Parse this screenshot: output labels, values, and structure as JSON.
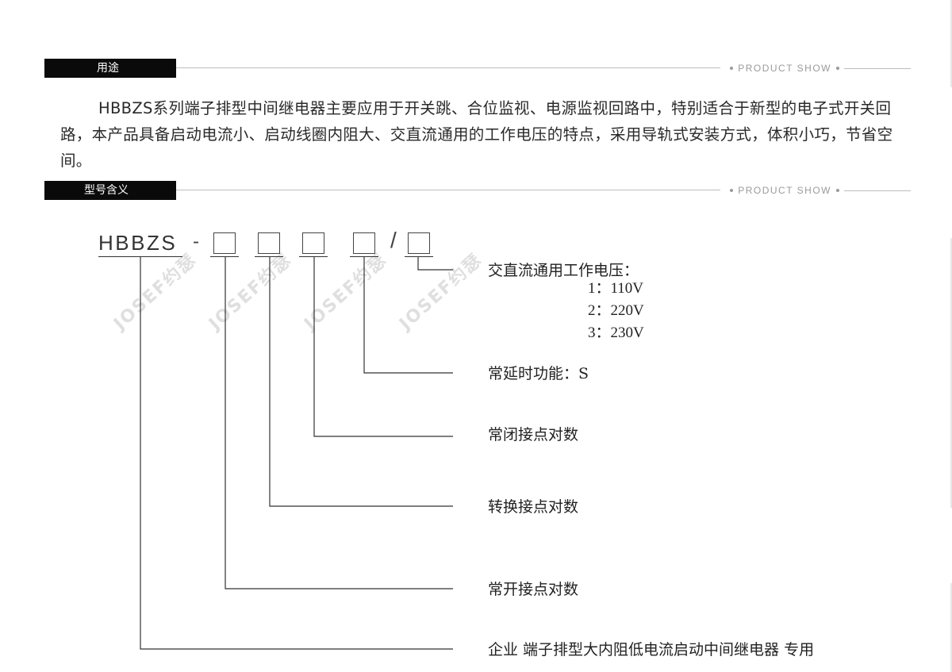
{
  "sections": {
    "usage": {
      "title": "用途",
      "tag": "PRODUCT SHOW"
    },
    "model": {
      "title": "型号含义",
      "tag": "PRODUCT SHOW"
    }
  },
  "usage_text": "HBBZS系列端子排型中间继电器主要应用于开关跳、合位监视、电源监视回路中，特别适合于新型的电子式开关回路，本产品具备启动电流小、启动线圈内阻大、交直流通用的工作电压的特点，采用导轨式安装方式，体积小巧，节省空间。",
  "model_code": {
    "prefix": "HBBZS",
    "dash": "-",
    "slash": "/"
  },
  "watermark": "JOSEF约瑟",
  "legend": {
    "voltage_title": "交直流通用工作电压：",
    "voltage_options": [
      "1：110V",
      "2：220V",
      "3：230V"
    ],
    "delay": "常延时功能：S",
    "nc_contacts": "常闭接点对数",
    "changeover_contacts": "转换接点对数",
    "no_contacts": "常开接点对数",
    "company": "企业 端子排型大内阻低电流启动中间继电器 专用"
  }
}
